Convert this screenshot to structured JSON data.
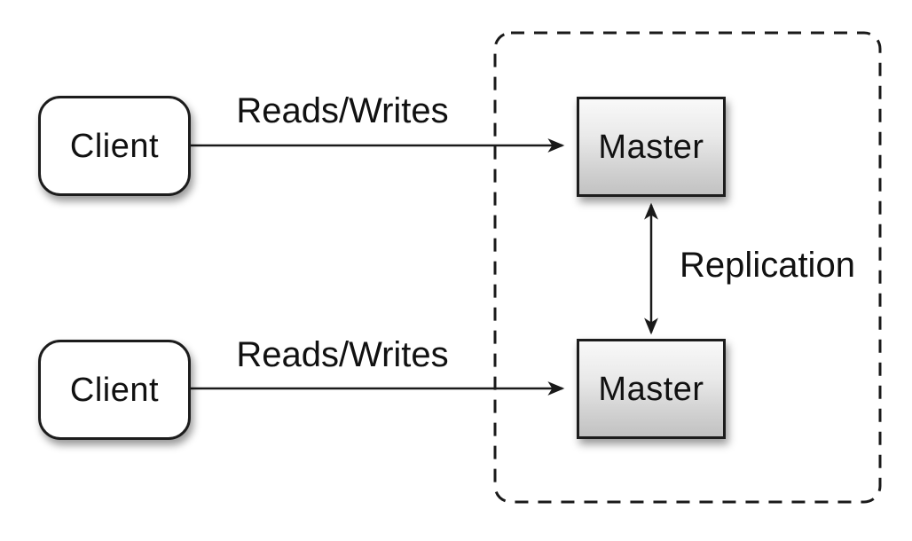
{
  "diagram": {
    "type": "architecture-diagram",
    "colors": {
      "background": "#ffffff",
      "line": "#1a1a1a",
      "node_border": "#1c1c1c",
      "client_fill": "#ffffff",
      "master_gradient_top": "#f9f9f9",
      "master_gradient_bottom": "#c2c2c2",
      "text": "#111111"
    },
    "nodes": {
      "client_top": {
        "label": "Client",
        "shape": "rounded-rect"
      },
      "client_bottom": {
        "label": "Client",
        "shape": "rounded-rect"
      },
      "master_top": {
        "label": "Master",
        "shape": "rect"
      },
      "master_bottom": {
        "label": "Master",
        "shape": "rect"
      }
    },
    "edges": {
      "reads_writes_top": {
        "label": "Reads/Writes",
        "from": "client_top",
        "to": "master_top",
        "direction": "one-way"
      },
      "reads_writes_bottom": {
        "label": "Reads/Writes",
        "from": "client_bottom",
        "to": "master_bottom",
        "direction": "one-way"
      },
      "replication": {
        "label": "Replication",
        "from": "master_top",
        "to": "master_bottom",
        "direction": "two-way"
      }
    },
    "groups": {
      "dashed_boundary": {
        "contains": [
          "master_top",
          "master_bottom"
        ],
        "style": "dashed-rounded-rect"
      }
    }
  }
}
